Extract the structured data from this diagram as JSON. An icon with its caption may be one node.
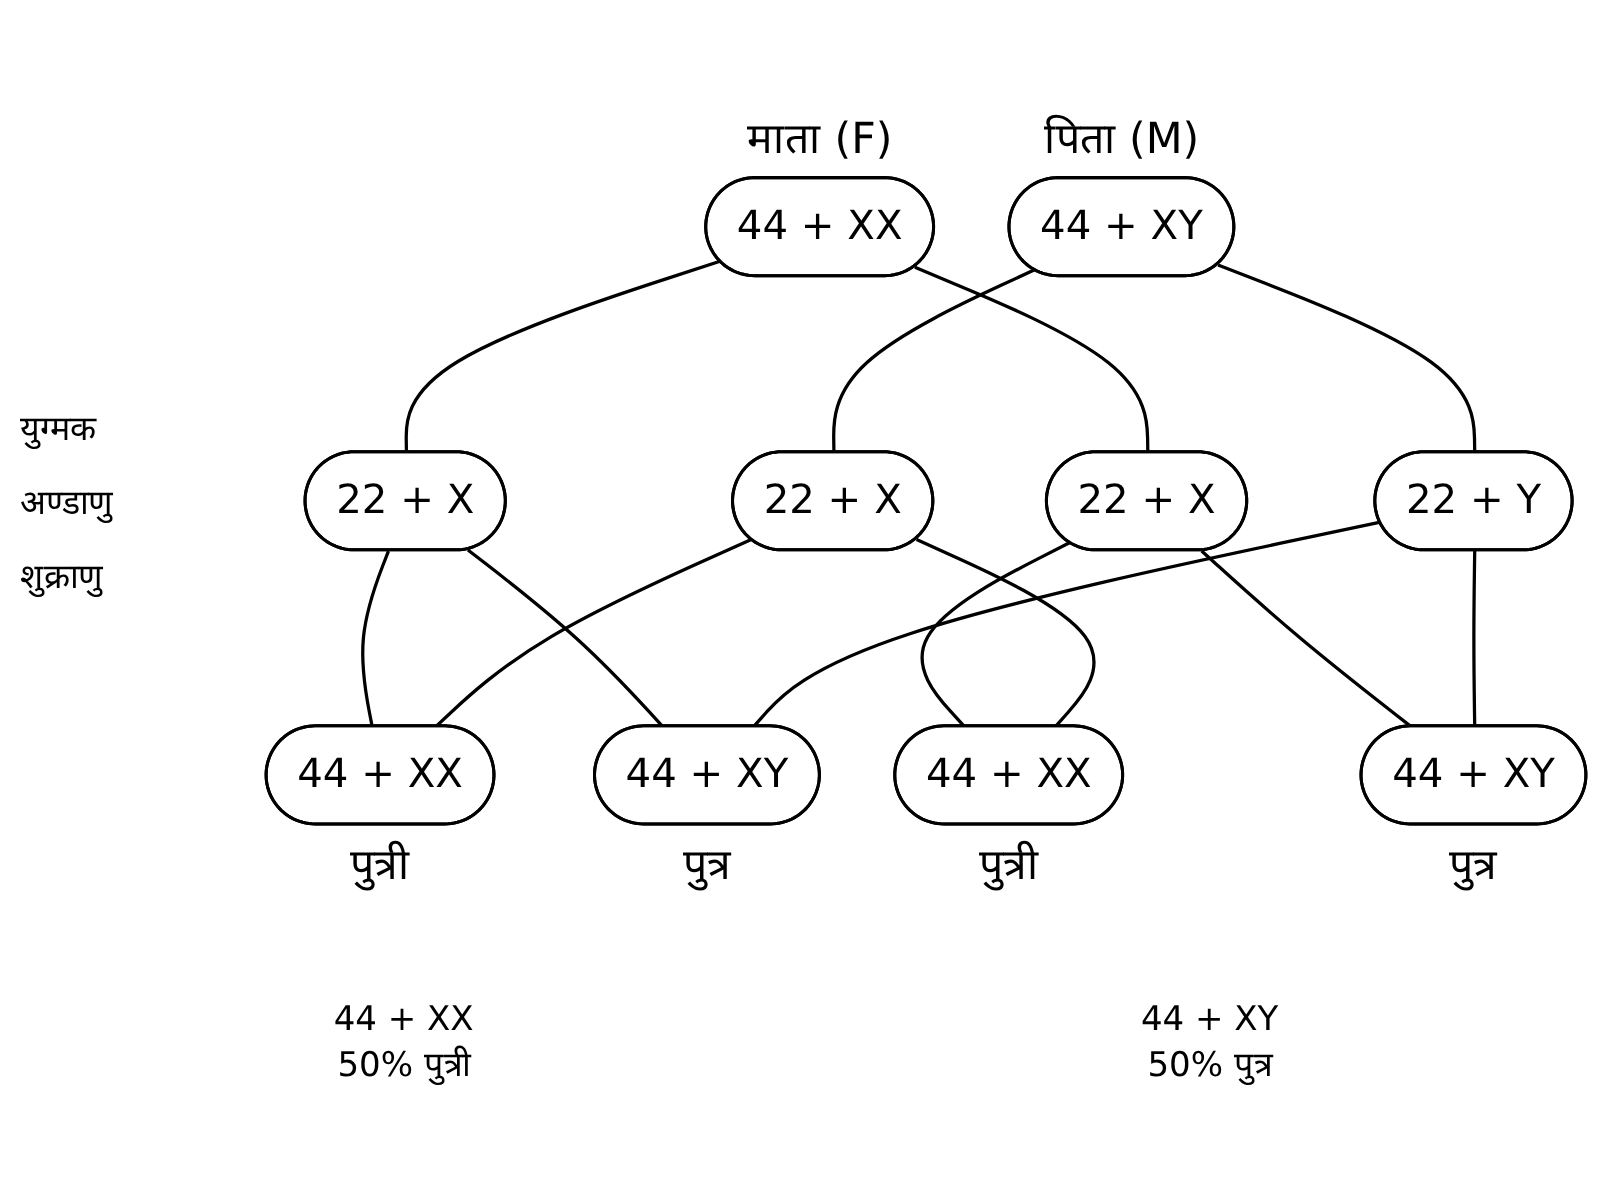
{
  "diagram": {
    "nodes": [
      {
        "text": [
          "44 + XX"
        ],
        "beside": [
          "माता (F)"
        ]
      },
      {
        "text": [
          "44 + XY"
        ],
        "beside": [
          "पिता (M)"
        ]
      },
      {
        "text": [
          "22 + X"
        ]
      },
      {
        "text": [
          "22 + X"
        ]
      },
      {
        "text": [
          "22 + X"
        ]
      },
      {
        "text": [
          "22 + Y"
        ]
      },
      {
        "text": [
          "44 + XX"
        ],
        "beside": [
          "पुत्री"
        ]
      },
      {
        "text": [
          "44 + XX"
        ],
        "beside": [
          "पुत्री"
        ]
      },
      {
        "text": [
          "44 + XY"
        ],
        "beside": [
          "पुत्र"
        ]
      },
      {
        "text": [
          "44 + XY"
        ],
        "beside": [
          "पुत्र"
        ]
      }
    ],
    "edges": [
      {
        "from": 0,
        "to": 2,
        "arrow": "none"
      },
      {
        "from": 0,
        "to": 3,
        "arrow": "none"
      },
      {
        "from": 1,
        "to": 4,
        "arrow": "none"
      },
      {
        "from": 1,
        "to": 5,
        "arrow": "none"
      },
      {
        "from": 2,
        "to": 6,
        "arrow": "none"
      },
      {
        "from": 2,
        "to": 8,
        "arrow": "none"
      },
      {
        "from": 3,
        "to": 7,
        "arrow": "none"
      },
      {
        "from": 3,
        "to": 9,
        "arrow": "none"
      },
      {
        "from": 4,
        "to": 6,
        "arrow": "none"
      },
      {
        "from": 4,
        "to": 7,
        "arrow": "none"
      },
      {
        "from": 5,
        "to": 8,
        "arrow": "none"
      },
      {
        "from": 5,
        "to": 9,
        "arrow": "none"
      }
    ],
    "labels": [
      "युग्मक",
      "अण्डाणु",
      "शुक्राणु",
      "44 + XX",
      "50% पुत्री",
      "44 + XY",
      "50% पुत्र"
    ]
  }
}
